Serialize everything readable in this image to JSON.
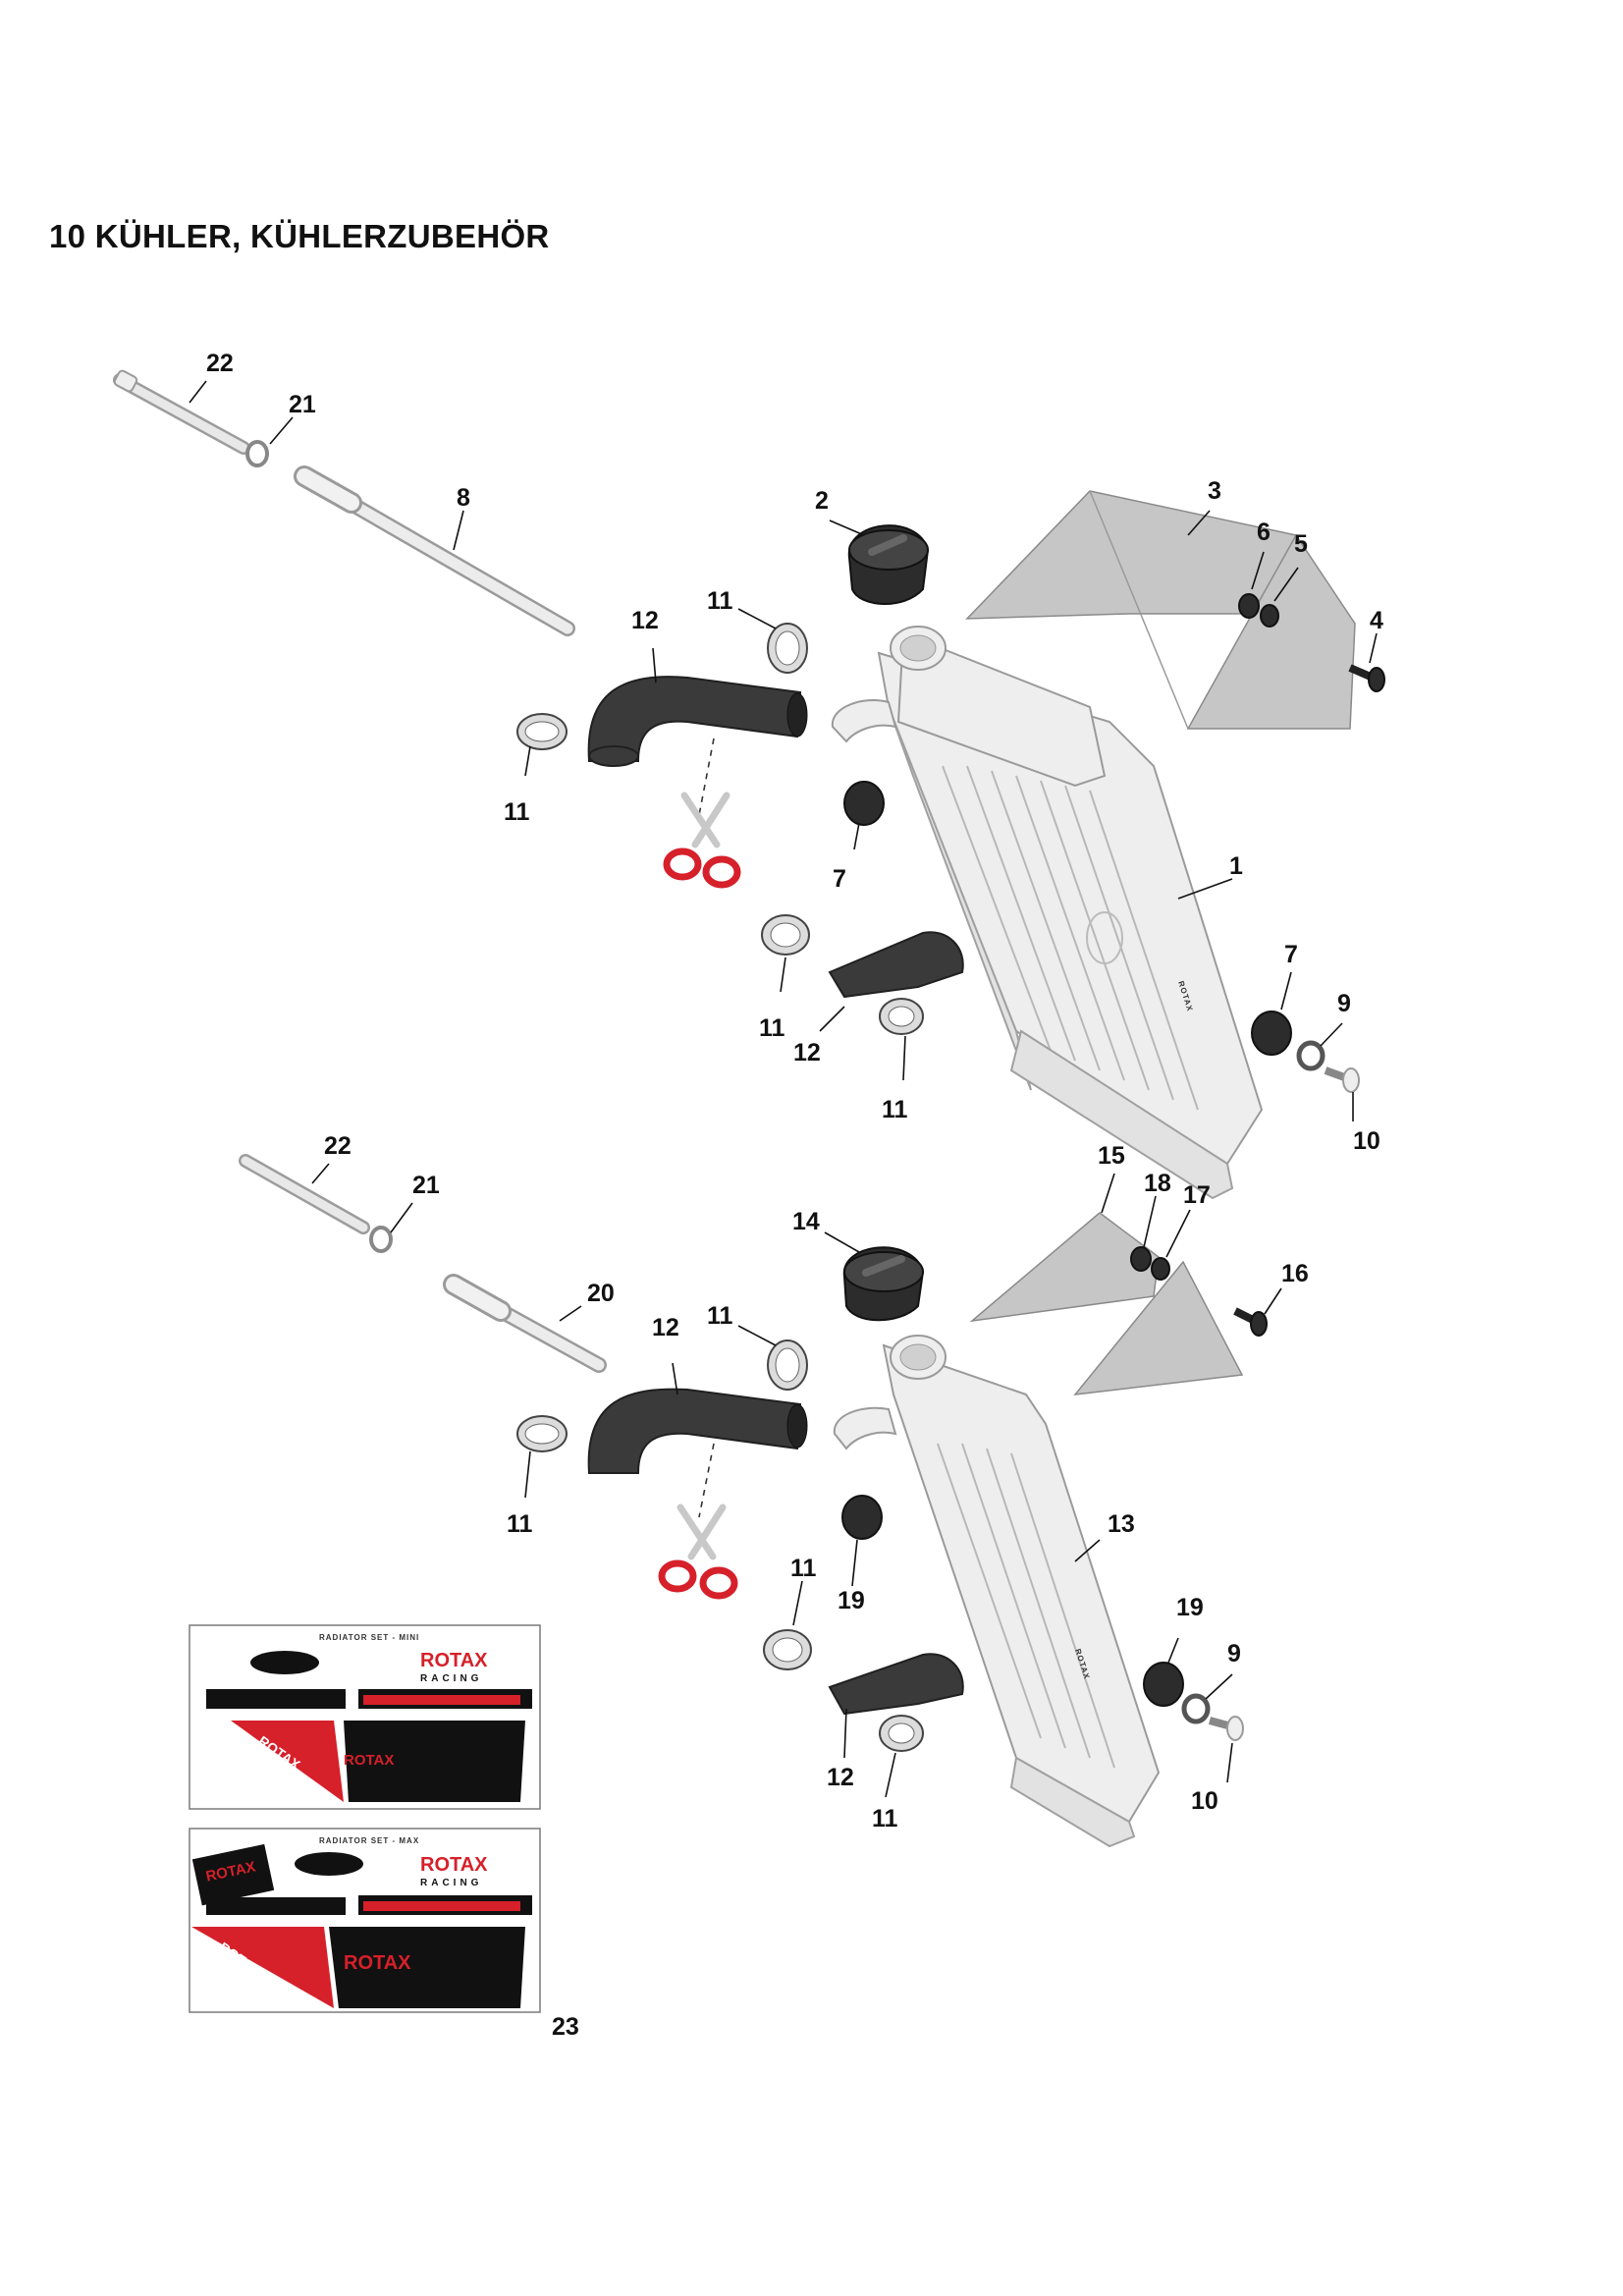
{
  "header": {
    "title": "10  KÜHLER, KÜHLERZUBEHÖR"
  },
  "callouts": {
    "c1": "1",
    "c2": "2",
    "c3": "3",
    "c4": "4",
    "c5": "5",
    "c6": "6",
    "c7a": "7",
    "c7b": "7",
    "c8": "8",
    "c9a": "9",
    "c9b": "9",
    "c10a": "10",
    "c10b": "10",
    "c11a": "11",
    "c11b": "11",
    "c11c": "11",
    "c11d": "11",
    "c11e": "11",
    "c11f": "11",
    "c11g": "11",
    "c11h": "11",
    "c12a": "12",
    "c12b": "12",
    "c12c": "12",
    "c12d": "12",
    "c13": "13",
    "c14": "14",
    "c15": "15",
    "c16": "16",
    "c17": "17",
    "c18": "18",
    "c19a": "19",
    "c19b": "19",
    "c20": "20",
    "c21a": "21",
    "c21b": "21",
    "c22a": "22",
    "c22b": "22",
    "c23": "23"
  },
  "stickers": {
    "mini_heading": "RADIATOR SET - MINI",
    "max_heading": "RADIATOR SET - MAX",
    "brand": "ROTAX",
    "brand_sub": "RACING",
    "radiator_text": "ROTAX"
  },
  "colors": {
    "brand_red": "#d6202a",
    "hose": "#3a3a3a",
    "sheet_metal": "#c6c6c6"
  }
}
